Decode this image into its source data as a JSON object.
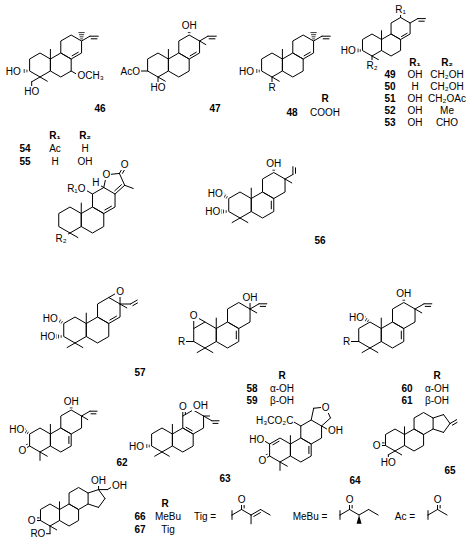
{
  "diagram": {
    "labels": [
      "HO",
      "HO",
      "OCH₃",
      "46",
      "OH",
      "AcO",
      "HO",
      "47",
      "HO",
      "R",
      "48",
      "R",
      "COOH",
      "R₁",
      "HO",
      "R₂",
      "R₁",
      "R₂",
      "49",
      "OH",
      "CH₂OH",
      "50",
      "H",
      "CH₂OH",
      "51",
      "OH",
      "CH₂OAc",
      "52",
      "OH",
      "Me",
      "53",
      "OH",
      "CHO",
      "O",
      "O",
      "H",
      "R₁O",
      "R₂",
      "R₁",
      "R₂",
      "54",
      "Ac",
      "H",
      "55",
      "H",
      "OH",
      "HO",
      "HO",
      "OH",
      "56",
      "O",
      "HO",
      "HO",
      "57",
      "OH",
      "O",
      "R",
      "R",
      "58",
      "α-OH",
      "59",
      "β-OH",
      "OH",
      "HO",
      "R",
      "R",
      "60",
      "α-OH",
      "61",
      "β-OH",
      "OH",
      "HO",
      "O",
      "62",
      "O",
      "OH",
      "HO",
      "63",
      "H₃CO₂C",
      "O",
      "OH",
      "HO",
      "O",
      "64",
      "O",
      "HO",
      "65",
      "OH",
      "OH",
      "O",
      "RO",
      "R",
      "66",
      "MeBu",
      "67",
      "Tig",
      "Tig =",
      "O",
      "MeBu =",
      "O",
      "Ac =",
      "O"
    ]
  }
}
